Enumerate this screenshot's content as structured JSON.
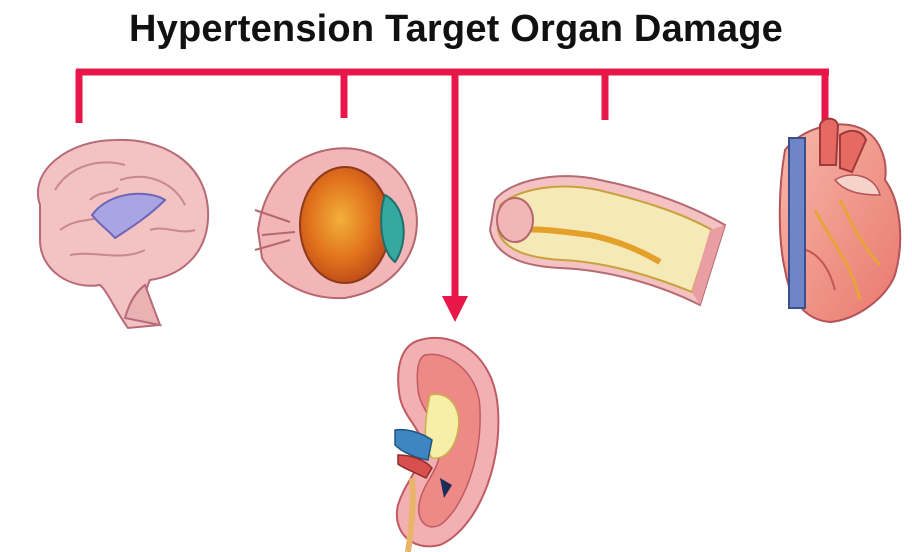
{
  "title": "Hypertension Target Organ Damage",
  "colors": {
    "connector": "#E8174A",
    "background": "#FFFFFF"
  },
  "organs": [
    {
      "name": "brain",
      "icon": "brain-icon"
    },
    {
      "name": "eye",
      "icon": "eye-icon"
    },
    {
      "name": "artery",
      "icon": "artery-icon"
    },
    {
      "name": "heart",
      "icon": "heart-icon"
    },
    {
      "name": "kidney",
      "icon": "kidney-icon"
    }
  ]
}
